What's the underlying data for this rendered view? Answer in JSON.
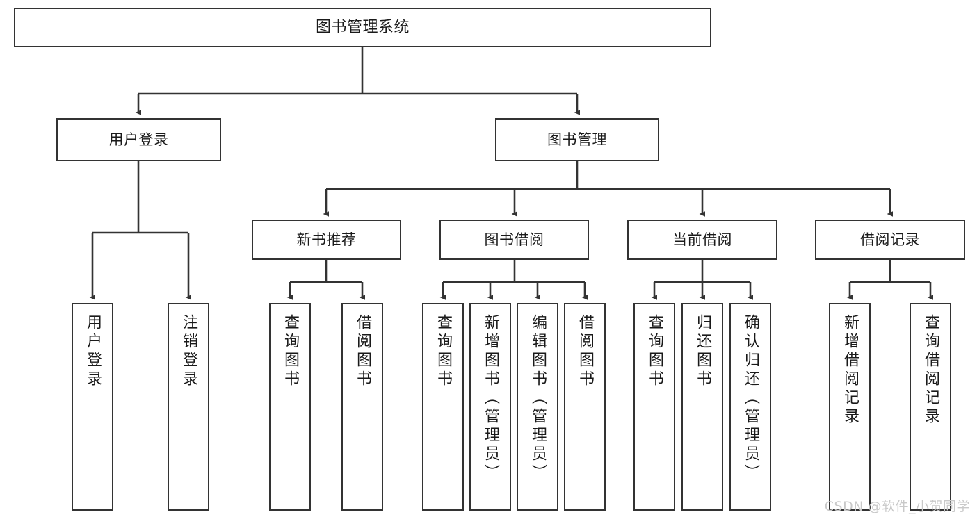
{
  "diagram": {
    "title": "图书管理系统",
    "type": "hierarchy-tree",
    "watermark": "CSDN @软件_小贺同学",
    "nodes": {
      "root": {
        "label": "图书管理系统"
      },
      "level2": [
        {
          "id": "user-login",
          "label": "用户登录"
        },
        {
          "id": "book-manage",
          "label": "图书管理"
        }
      ],
      "level3": [
        {
          "id": "new-book-recommend",
          "label": "新书推荐"
        },
        {
          "id": "book-borrow",
          "label": "图书借阅"
        },
        {
          "id": "current-borrow",
          "label": "当前借阅"
        },
        {
          "id": "borrow-record",
          "label": "借阅记录"
        }
      ],
      "leaves": {
        "user-login": [
          {
            "id": "leaf-user-login",
            "label": "用户登录"
          },
          {
            "id": "leaf-logout",
            "label": "注销登录"
          }
        ],
        "new-book-recommend": [
          {
            "id": "leaf-query-book-1",
            "label": "查询图书"
          },
          {
            "id": "leaf-borrow-book-1",
            "label": "借阅图书"
          }
        ],
        "book-borrow": [
          {
            "id": "leaf-query-book-2",
            "label": "查询图书"
          },
          {
            "id": "leaf-add-book",
            "label": "新增图书（管理员）"
          },
          {
            "id": "leaf-edit-book",
            "label": "编辑图书（管理员）"
          },
          {
            "id": "leaf-borrow-book-2",
            "label": "借阅图书"
          }
        ],
        "current-borrow": [
          {
            "id": "leaf-query-book-3",
            "label": "查询图书"
          },
          {
            "id": "leaf-return-book",
            "label": "归还图书"
          },
          {
            "id": "leaf-confirm-return",
            "label": "确认归还（管理员）"
          }
        ],
        "borrow-record": [
          {
            "id": "leaf-add-record",
            "label": "新增借阅记录"
          },
          {
            "id": "leaf-query-record",
            "label": "查询借阅记录"
          }
        ]
      }
    },
    "colors": {
      "border": "#333333",
      "background": "#ffffff",
      "text": "#1a1a1a",
      "watermark": "#c9c9c9"
    }
  }
}
